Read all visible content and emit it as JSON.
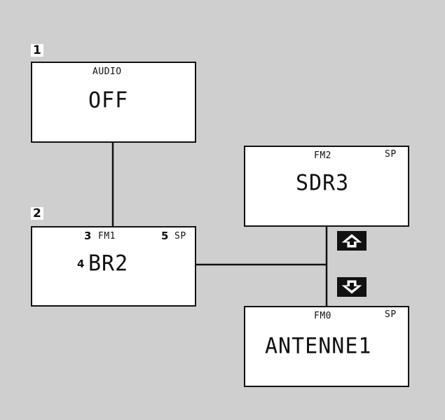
{
  "steps": {
    "one": "1",
    "two": "2"
  },
  "audio_display": {
    "top_label": "AUDIO",
    "main_text": "OFF"
  },
  "fm1_display": {
    "callout_3": "3",
    "band": "FM1",
    "callout_5": "5",
    "mode": "SP",
    "callout_4": "4",
    "station": "BR2"
  },
  "fm2_display": {
    "band": "FM2",
    "mode": "SP",
    "station": "SDR3"
  },
  "fm0_display": {
    "band": "FM0",
    "mode": "SP",
    "station": "ANTENNE1"
  },
  "buttons": {
    "up_icon": "arrow-up-icon",
    "down_icon": "arrow-down-icon"
  },
  "colors": {
    "background": "#cfcfcf",
    "display_bg": "#ffffff",
    "ink": "#111111"
  }
}
